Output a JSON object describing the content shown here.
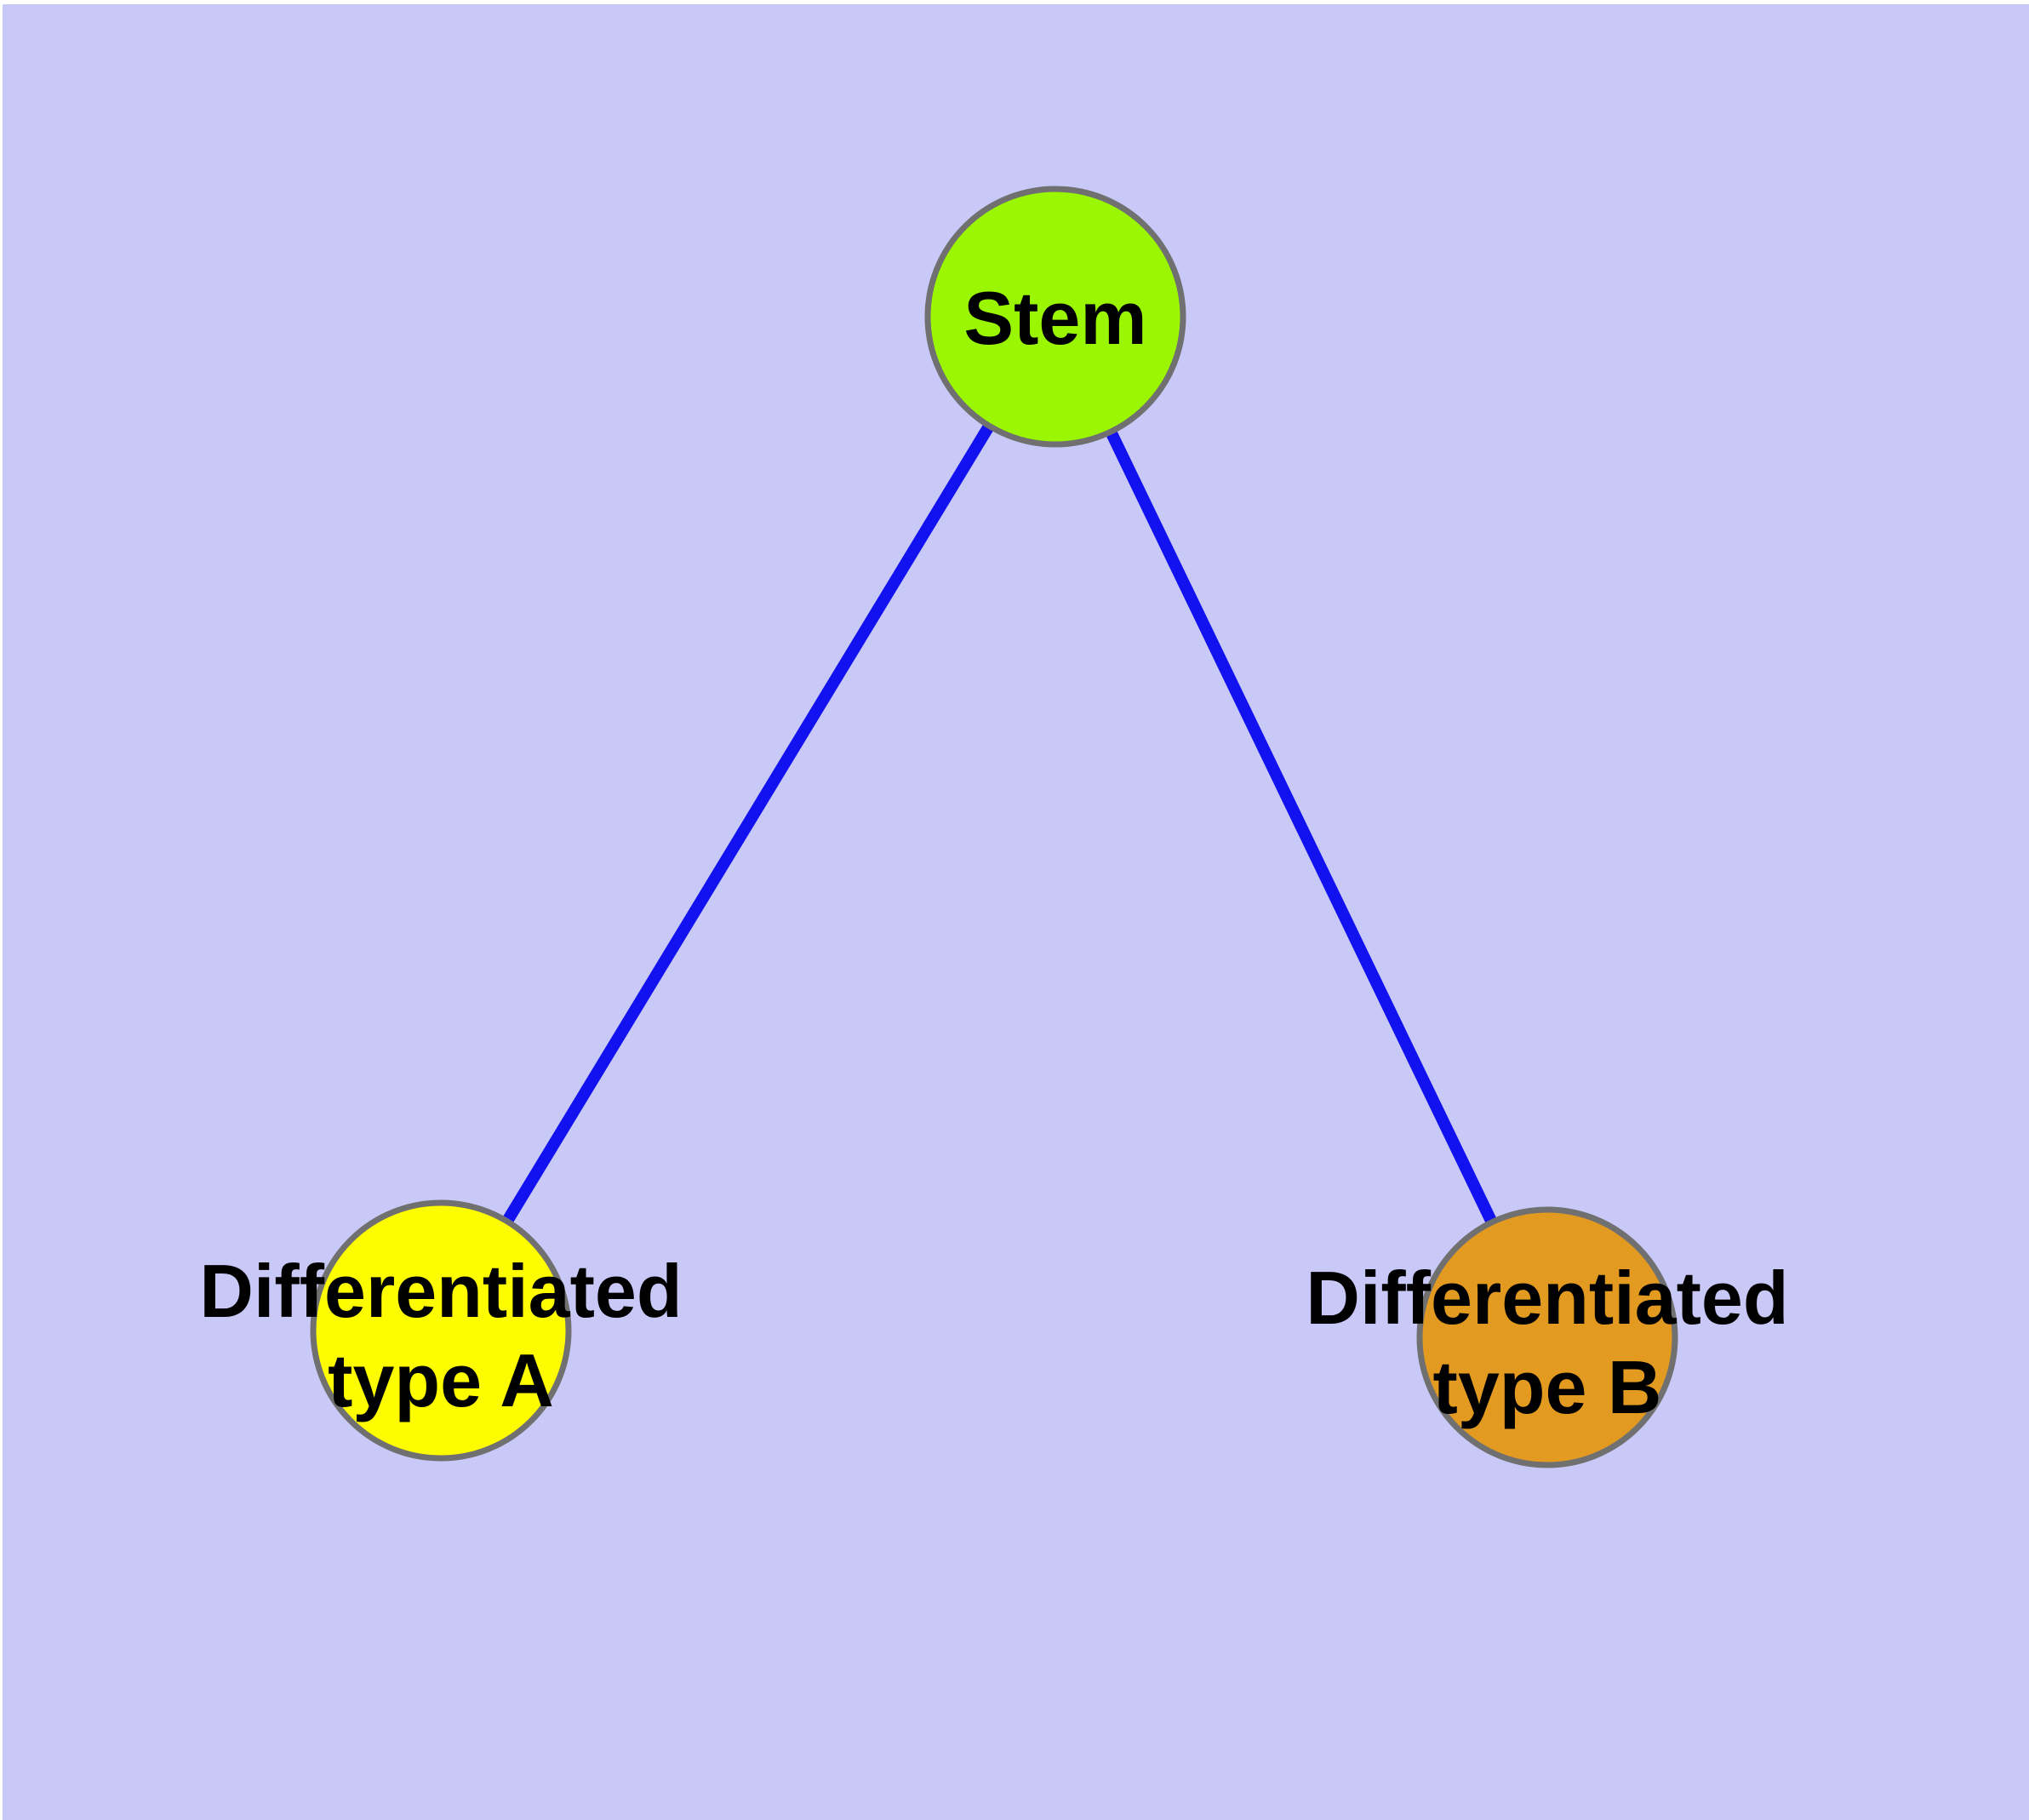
{
  "diagram": {
    "type": "node-link-graph",
    "background_color": "#C9C9F7",
    "outer_margin_color": "#FFFFFF",
    "node_border_color": "#707070",
    "edge_color": "#1212F0",
    "label_color": "#000000",
    "nodes": [
      {
        "id": "stem",
        "label": "Stem",
        "color": "#9BF603"
      },
      {
        "id": "typeA",
        "label": "Differentiated type A",
        "label_lines": [
          "Differentiated",
          "type A"
        ],
        "color": "#FEFC00"
      },
      {
        "id": "typeB",
        "label": "Differentiated type B",
        "label_lines": [
          "Differentiated",
          "type B"
        ],
        "color": "#E39A21"
      }
    ],
    "edges": [
      {
        "from": "Stem",
        "to": "Differentiated type A"
      },
      {
        "from": "Stem",
        "to": "Differentiated type B"
      }
    ]
  }
}
